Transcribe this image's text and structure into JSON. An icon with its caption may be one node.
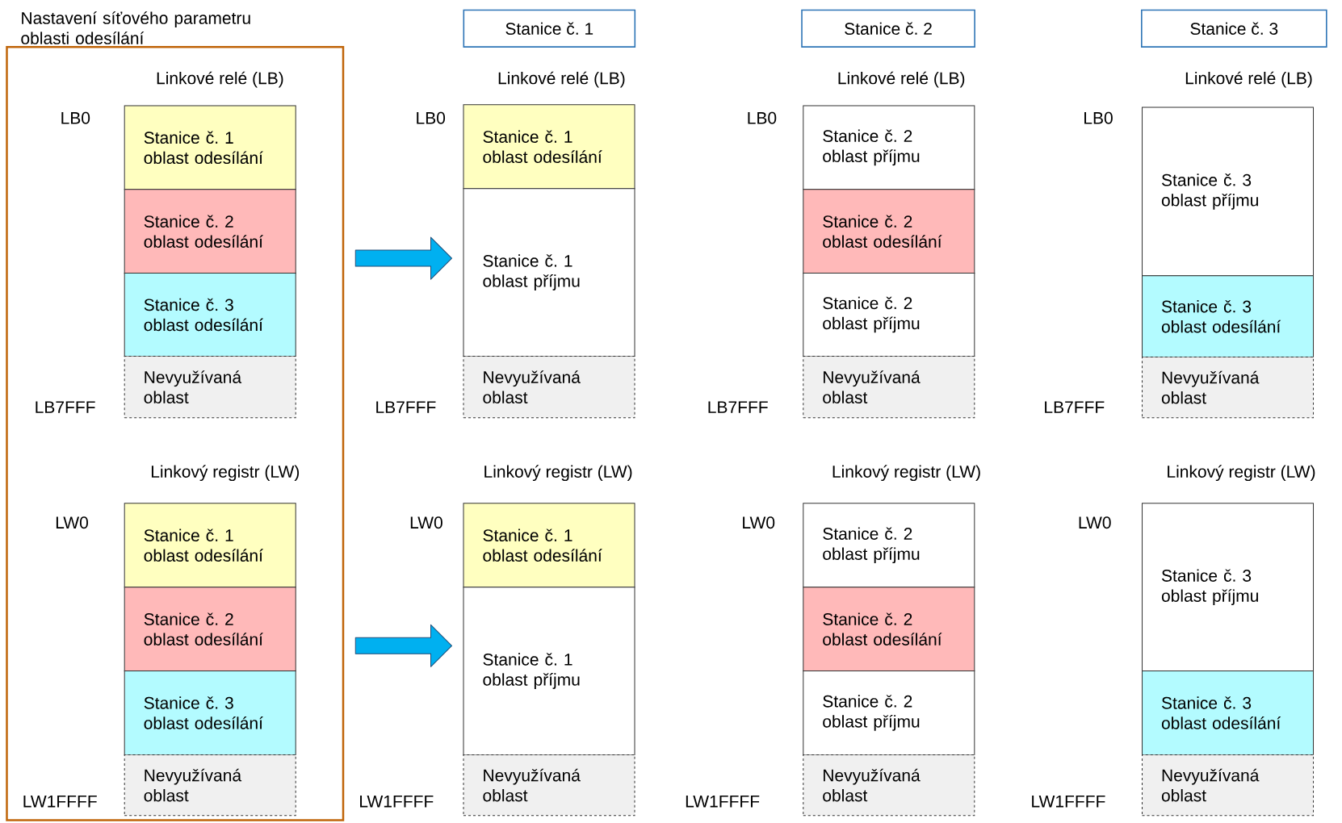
{
  "diagram": {
    "nodes": [
      {
        "text": [
          "Nastavení síťového parametru oblasti odesílání"
        ]
      },
      {
        "text": [
          "Stanice č. 1"
        ]
      },
      {
        "text": [
          "Stanice č. 2"
        ]
      },
      {
        "text": [
          "Stanice č. 3"
        ]
      },
      {
        "text": [
          "Stanice č. 1 oblast odesílání"
        ],
        "in": 0
      },
      {
        "text": [
          "Stanice č. 2 oblast odesílání"
        ],
        "in": 0
      },
      {
        "text": [
          "Stanice č. 3 oblast odesílání"
        ],
        "in": 0
      },
      {
        "text": [
          "Nevyužívaná oblast"
        ],
        "in": 0
      },
      {
        "text": [
          "Stanice č. 1 oblast odesílání"
        ],
        "in": 0
      },
      {
        "text": [
          "Stanice č. 2 oblast odesílání"
        ],
        "in": 0
      },
      {
        "text": [
          "Stanice č. 3 oblast odesílání"
        ],
        "in": 0
      },
      {
        "text": [
          "Nevyužívaná oblast"
        ],
        "in": 0
      },
      {
        "text": [
          "Stanice č. 1 oblast odesílání"
        ]
      },
      {
        "text": [
          "Stanice č. 1 oblast příjmu"
        ]
      },
      {
        "text": [
          "Nevyužívaná oblast"
        ]
      },
      {
        "text": [
          "Stanice č. 1 oblast odesílání"
        ]
      },
      {
        "text": [
          "Stanice č. 1 oblast příjmu"
        ]
      },
      {
        "text": [
          "Nevyužívaná oblast"
        ]
      },
      {
        "text": [
          "Stanice č. 2 oblast příjmu"
        ]
      },
      {
        "text": [
          "Stanice č. 2 oblast odesílání"
        ]
      },
      {
        "text": [
          "Stanice č. 2 oblast příjmu"
        ]
      },
      {
        "text": [
          "Nevyužívaná oblast"
        ]
      },
      {
        "text": [
          "Stanice č. 2 oblast příjmu"
        ]
      },
      {
        "text": [
          "Stanice č. 2 oblast odesílání"
        ]
      },
      {
        "text": [
          "Stanice č. 2 oblast příjmu"
        ]
      },
      {
        "text": [
          "Nevyužívaná oblast"
        ]
      },
      {
        "text": [
          "Stanice č. 3 oblast příjmu"
        ]
      },
      {
        "text": [
          "Stanice č. 3 oblast odesílání"
        ]
      },
      {
        "text": [
          "Nevyužívaná oblast"
        ]
      },
      {
        "text": [
          "Stanice č. 3 oblast příjmu"
        ]
      },
      {
        "text": [
          "Stanice č. 3 oblast odesílání"
        ]
      },
      {
        "text": [
          "Nevyužívaná oblast"
        ]
      }
    ],
    "edges": [
      {
        "from": 0,
        "to": 13,
        "arrow": "to"
      },
      {
        "from": 0,
        "to": 16,
        "arrow": "to"
      }
    ],
    "labels": [
      "Linkové relé (LB)",
      "Linkové relé (LB)",
      "Linkové relé (LB)",
      "Linkové relé (LB)",
      "LB0",
      "LB0",
      "LB0",
      "LB0",
      "LB7FFF",
      "LB7FFF",
      "LB7FFF",
      "LB7FFF",
      "Linkový registr (LW)",
      "Linkový registr (LW)",
      "Linkový registr (LW)",
      "Linkový registr (LW)",
      "LW0",
      "LW0",
      "LW0",
      "LW0",
      "LW1FFFF",
      "LW1FFFF",
      "LW1FFFF",
      "LW1FFFF"
    ]
  }
}
